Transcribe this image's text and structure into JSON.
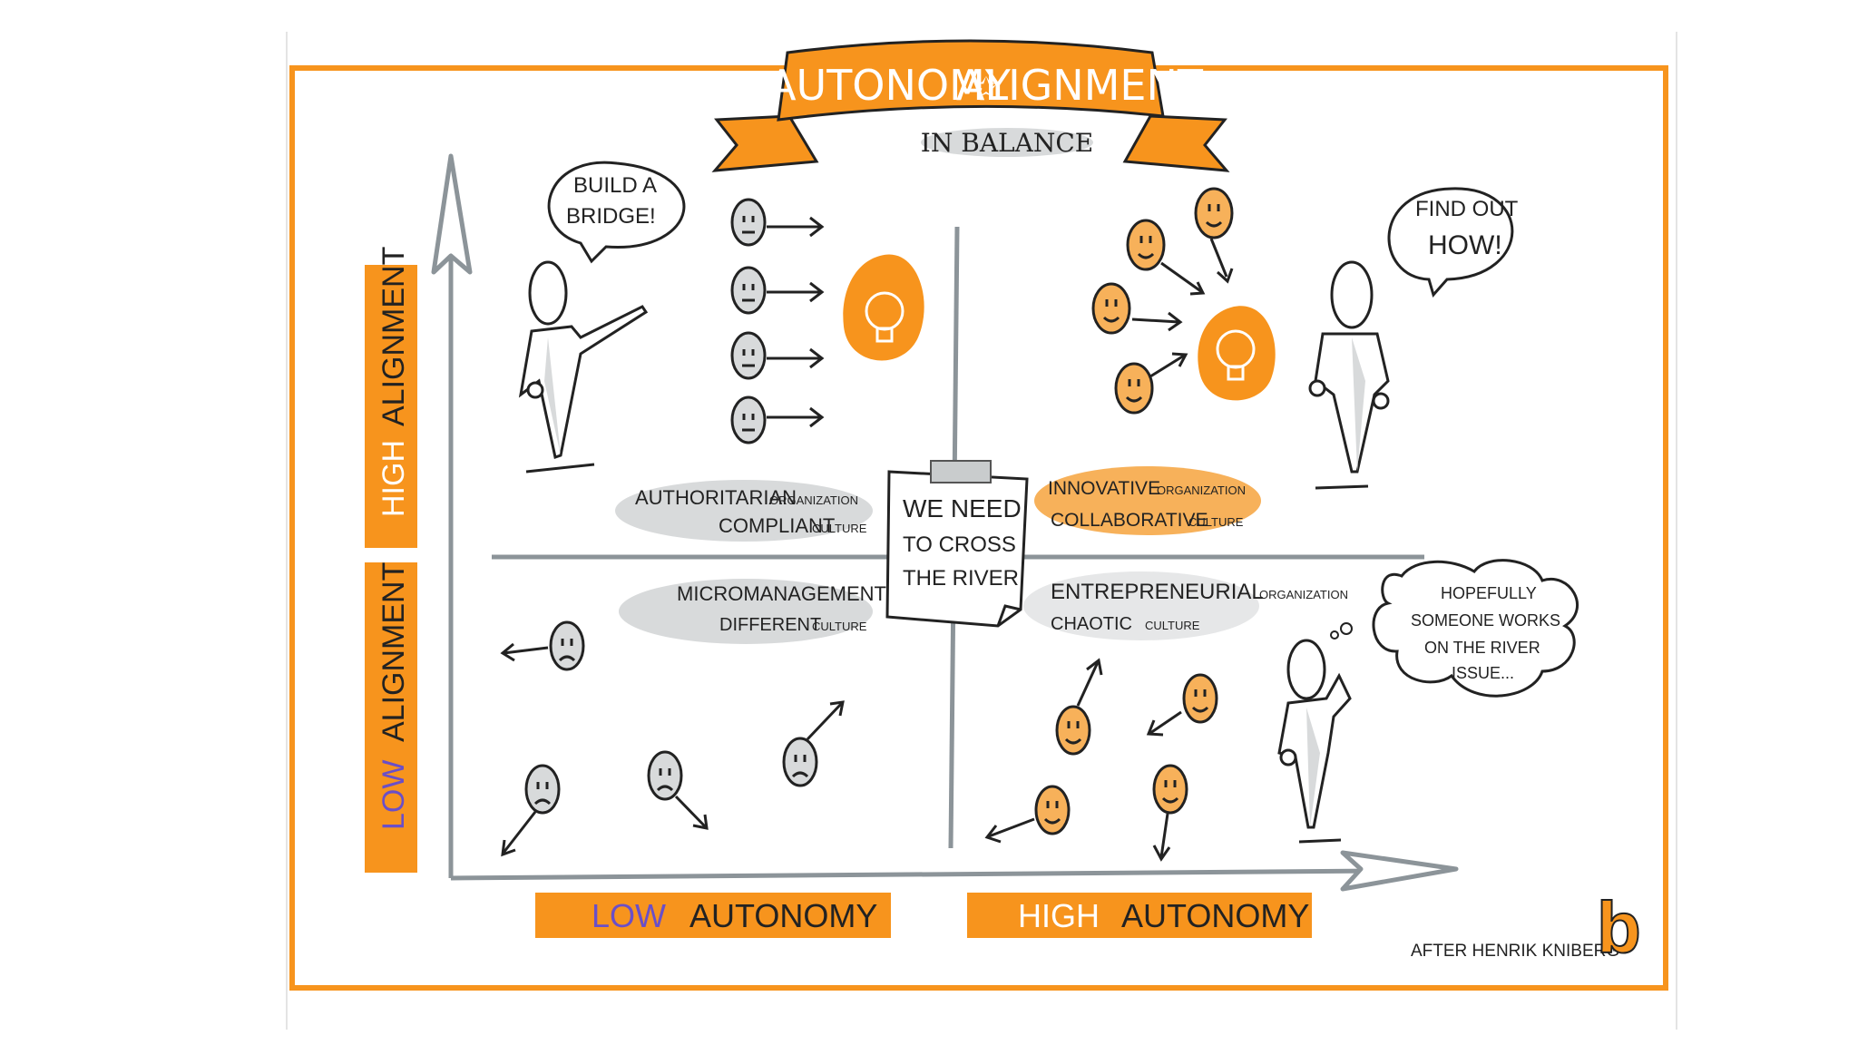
{
  "title": {
    "part1": "AUTONOMY",
    "star": "✩",
    "part2": "ALIGNMENT",
    "subtitle": "IN BALANCE"
  },
  "colors": {
    "orange": "#f7941d",
    "gray_line": "#8c9499",
    "light_gray": "#d8dadb",
    "ink": "#222222",
    "purple": "#6a4fc8"
  },
  "axis_labels": {
    "high_alignment": {
      "word1": "HIGH",
      "word2": "ALIGNMENT"
    },
    "low_alignment": {
      "word1": "LOW",
      "word2": "ALIGNMENT"
    },
    "low_autonomy": {
      "word1": "LOW",
      "word2": "AUTONOMY"
    },
    "high_autonomy": {
      "word1": "HIGH",
      "word2": "AUTONOMY"
    }
  },
  "quadrants": {
    "top_left": {
      "org": "AUTHORITARIAN",
      "org_suffix": "ORGANIZATION",
      "culture": "COMPLIANT",
      "culture_suffix": "CULTURE"
    },
    "top_right": {
      "org": "INNOVATIVE",
      "org_suffix": "ORGANIZATION",
      "culture": "COLLABORATIVE",
      "culture_suffix": "CULTURE"
    },
    "bottom_left": {
      "org": "MICROMANAGEMENT",
      "culture": "DIFFERENT",
      "culture_suffix": "CULTURE"
    },
    "bottom_right": {
      "org": "ENTREPRENEURIAL",
      "org_suffix": "ORGANIZATION",
      "culture": "CHAOTIC",
      "culture_suffix": "CULTURE"
    }
  },
  "center_note": {
    "line1": "WE NEED",
    "line2": "TO CROSS",
    "line3": "THE RIVER"
  },
  "speech": {
    "leader": {
      "line1": "BUILD A",
      "line2": "BRIDGE!"
    },
    "top_right": {
      "line1": "FIND OUT",
      "line2": "HOW!"
    },
    "bottom_right": {
      "line1": "HOPEFULLY",
      "line2": "SOMEONE WORKS",
      "line3": "ON THE RIVER",
      "line4": "ISSUE..."
    }
  },
  "credit": {
    "text": "AFTER HENRIK KNIBERG",
    "logo": "b"
  }
}
